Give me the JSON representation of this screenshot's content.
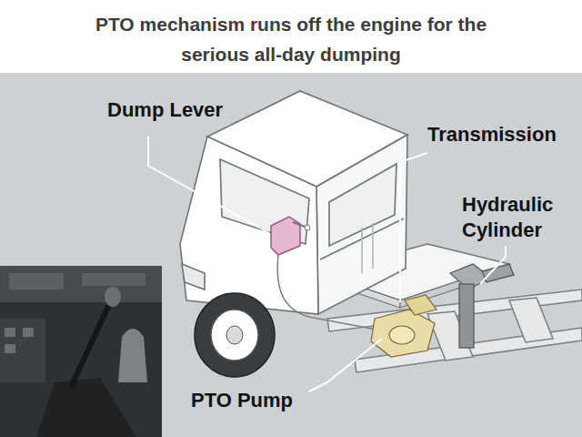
{
  "diagram": {
    "title": "PTO mechanism runs off the engine for the serious all-day dumping",
    "labels": [
      "Dump Lever",
      "Transmission",
      "Hydraulic Cylinder",
      "PTO Pump"
    ]
  }
}
